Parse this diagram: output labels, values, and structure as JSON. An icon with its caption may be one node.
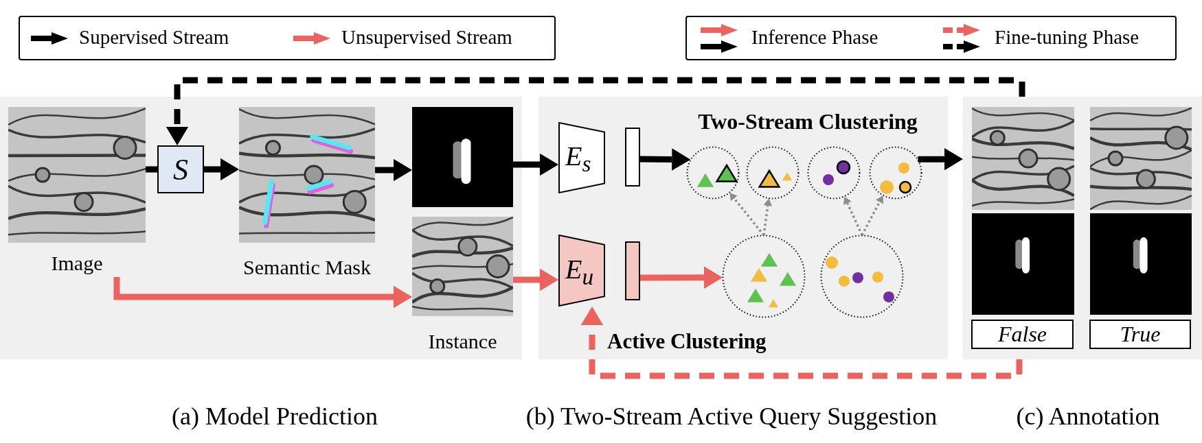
{
  "diagram": {
    "nodes": [
      {
        "text": [],
        "shape": "box",
        "beside": [
          "(a) Model Prediction"
        ]
      },
      {
        "text": [
          "Image"
        ],
        "in": 0
      },
      {
        "text": [
          "S"
        ],
        "in": 0
      },
      {
        "text": [
          "Semantic Mask"
        ],
        "in": 0
      },
      {
        "text": [],
        "shape": "picture",
        "in": 0
      },
      {
        "text": [
          "Instance"
        ],
        "in": 0
      },
      {
        "text": [
          "Two-Stream Clustering",
          "Active Clustering"
        ],
        "beside": [
          "(b) Two-Stream Active Query Suggestion"
        ]
      },
      {
        "text": [
          "E$_{s}$"
        ],
        "in": 6
      },
      {
        "text": [],
        "shape": "bar",
        "in": 6
      },
      {
        "text": [
          "E$_{u}$"
        ],
        "in": 6
      },
      {
        "text": [],
        "shape": "bar",
        "in": 6
      },
      {
        "text": [],
        "shape": "circle",
        "in": 6
      },
      {
        "text": [],
        "shape": "circle",
        "in": 6
      },
      {
        "text": [],
        "shape": "circle",
        "in": 6
      },
      {
        "text": [],
        "shape": "circle",
        "in": 6
      },
      {
        "text": [],
        "shape": "circle",
        "in": 6
      },
      {
        "text": [],
        "shape": "circle",
        "in": 6
      },
      {
        "text": [],
        "shape": "box",
        "beside": [
          "(c) Annotation"
        ]
      },
      {
        "text": [],
        "shape": "picture",
        "in": 17
      },
      {
        "text": [],
        "shape": "picture",
        "in": 17
      },
      {
        "text": [],
        "shape": "picture",
        "in": 17
      },
      {
        "text": [],
        "shape": "picture",
        "in": 17
      },
      {
        "text": [
          "False"
        ],
        "in": 17
      },
      {
        "text": [
          "True"
        ],
        "in": 17
      }
    ],
    "edges": [
      {
        "from": 1,
        "to": 2,
        "arrow": "none"
      },
      {
        "from": 2,
        "to": 3,
        "arrow": "to"
      },
      {
        "from": 3,
        "to": 4,
        "arrow": "to"
      },
      {
        "from": 4,
        "to": 7,
        "arrow": "to"
      },
      {
        "from": 8,
        "to": 11,
        "arrow": "to"
      },
      {
        "from": 14,
        "to": 17,
        "arrow": "to"
      },
      {
        "from": 17,
        "to": 2,
        "arrow": "to",
        "style": "dashed"
      },
      {
        "from": 1,
        "to": 5,
        "arrow": "to",
        "color": "#ec625f"
      },
      {
        "from": 5,
        "to": 9,
        "arrow": "to",
        "color": "#ec625f"
      },
      {
        "from": 10,
        "to": 15,
        "arrow": "to",
        "color": "#ec625f"
      },
      {
        "from": 17,
        "to": 9,
        "arrow": "to",
        "style": "dashed",
        "color": "#ec625f"
      },
      {
        "from": 15,
        "to": 11,
        "arrow": "to",
        "style": "dashed",
        "color": "#8c8c8c"
      },
      {
        "from": 15,
        "to": 12,
        "arrow": "to",
        "style": "dashed",
        "color": "#8c8c8c"
      },
      {
        "from": 16,
        "to": 13,
        "arrow": "to",
        "style": "dashed",
        "color": "#8c8c8c"
      },
      {
        "from": 16,
        "to": 14,
        "arrow": "to",
        "style": "dashed",
        "color": "#8c8c8c"
      }
    ],
    "legend": [
      {
        "text": "Supervised Stream"
      },
      {
        "text": "Unsupervised Stream"
      },
      {
        "text": "Inference Phase"
      },
      {
        "text": "Fine-tuning Phase"
      }
    ]
  }
}
